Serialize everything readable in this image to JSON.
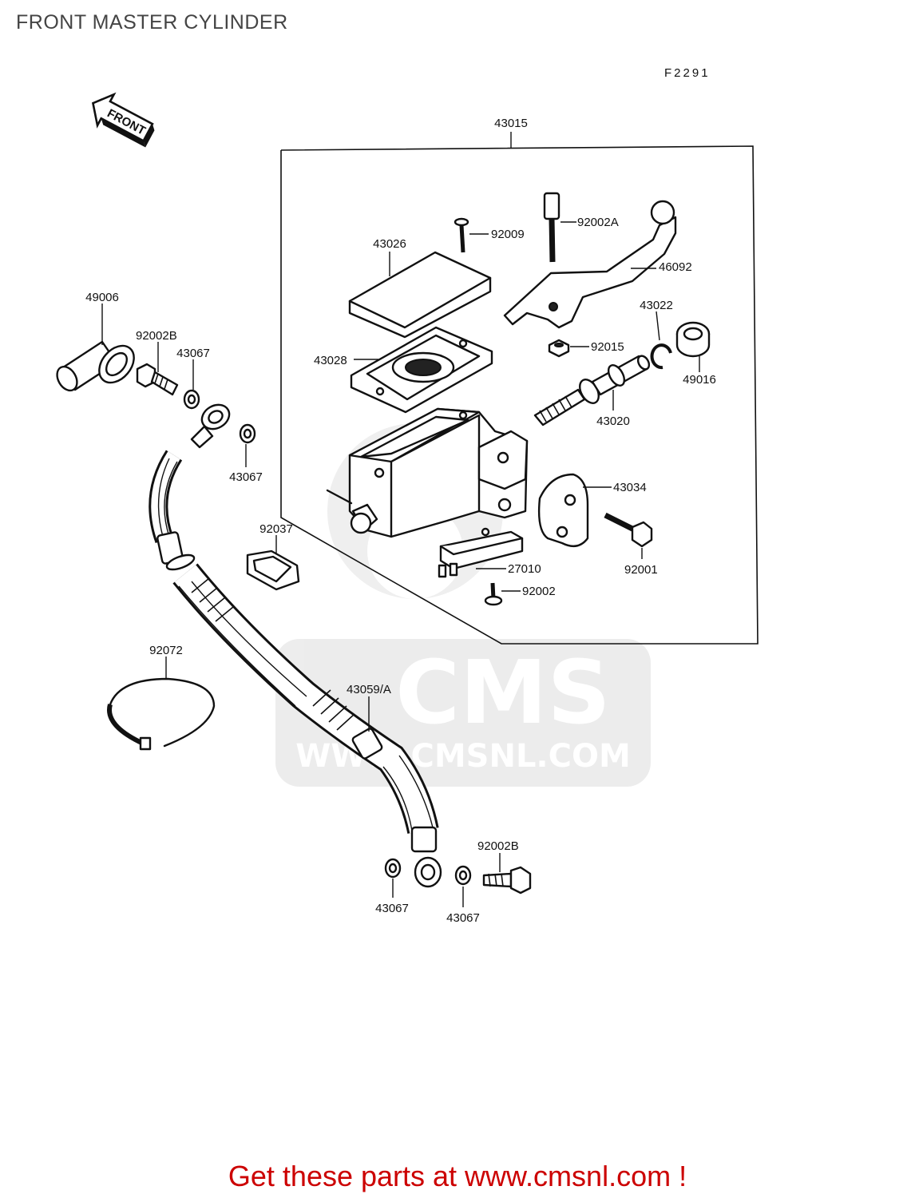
{
  "page": {
    "title": "FRONT MASTER CYLINDER",
    "footer_link": "Get these parts at www.cmsnl.com !"
  },
  "diagram": {
    "figure_code": "F2291",
    "front_arrow_label": "FRONT",
    "watermark": {
      "brand": "CMS",
      "url": "WWW.CMSNL.COM"
    },
    "labels": {
      "assembly": "43015",
      "screw_cap": "92009",
      "bolt_lever_pivot": "92002A",
      "cap": "43026",
      "lever": "46092",
      "diaphragm": "43028",
      "circlip": "43022",
      "nut": "92015",
      "boot": "49016",
      "piston_assy": "43020",
      "cap_banjo": "49006",
      "banjo_bolt_top": "92002B",
      "washer_top_a": "43067",
      "washer_top_b": "43067",
      "clamp_holder": "43034",
      "clamp_hose": "92037",
      "bolt_holder": "92001",
      "switch": "27010",
      "screw_switch": "92002",
      "band": "92072",
      "brake_hose": "43059/A",
      "banjo_bolt_bottom": "92002B",
      "washer_bottom_a": "43067",
      "washer_bottom_b": "43067"
    }
  }
}
